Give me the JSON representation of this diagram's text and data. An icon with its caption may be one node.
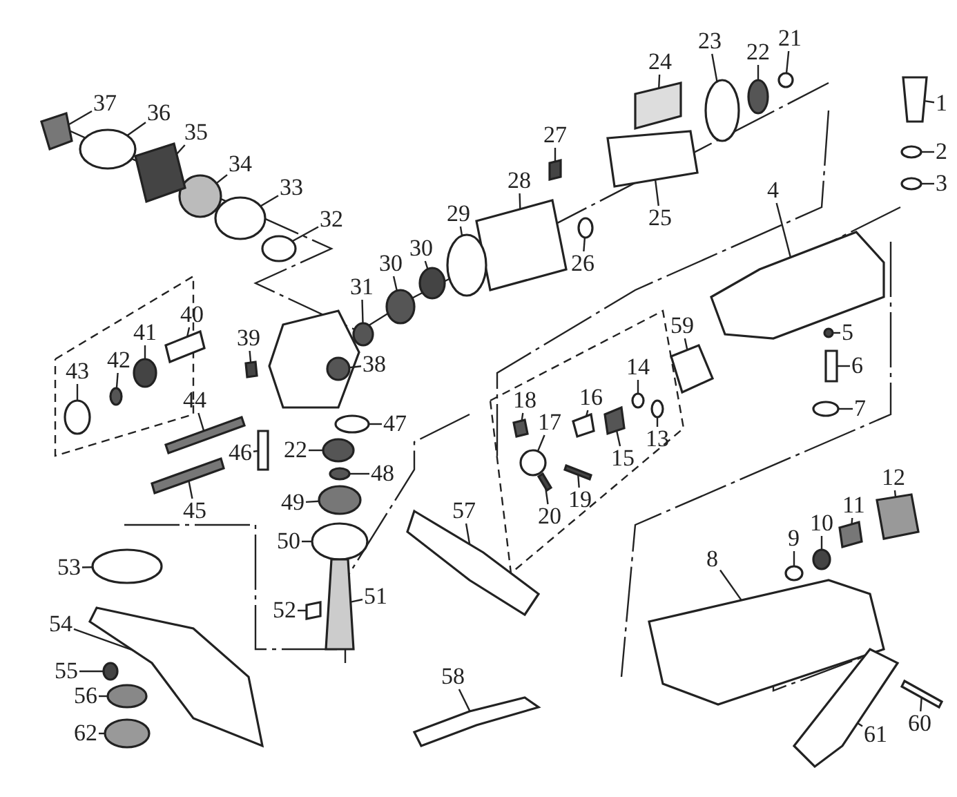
{
  "diagram": {
    "nodes": [
      {
        "text": [
          "1"
        ]
      },
      {
        "text": [
          "2"
        ]
      },
      {
        "text": [
          "3"
        ]
      },
      {
        "text": [
          "4"
        ]
      },
      {
        "text": [
          "5"
        ]
      },
      {
        "text": [
          "6"
        ]
      },
      {
        "text": [
          "7"
        ]
      },
      {
        "text": [
          "8"
        ]
      },
      {
        "text": [
          "9"
        ]
      },
      {
        "text": [
          "10"
        ]
      },
      {
        "text": [
          "11"
        ]
      },
      {
        "text": [
          "12"
        ]
      },
      {
        "text": [
          "13"
        ]
      },
      {
        "text": [
          "14"
        ]
      },
      {
        "text": [
          "15"
        ]
      },
      {
        "text": [
          "16"
        ]
      },
      {
        "text": [
          "17"
        ]
      },
      {
        "text": [
          "18"
        ]
      },
      {
        "text": [
          "19"
        ]
      },
      {
        "text": [
          "20"
        ]
      },
      {
        "text": [
          "21"
        ]
      },
      {
        "text": [
          "22"
        ]
      },
      {
        "text": [
          "23"
        ]
      },
      {
        "text": [
          "24"
        ]
      },
      {
        "text": [
          "25"
        ]
      },
      {
        "text": [
          "26"
        ]
      },
      {
        "text": [
          "27"
        ]
      },
      {
        "text": [
          "28"
        ]
      },
      {
        "text": [
          "29"
        ]
      },
      {
        "text": [
          "30"
        ]
      },
      {
        "text": [
          "30"
        ]
      },
      {
        "text": [
          "31"
        ]
      },
      {
        "text": [
          "32"
        ]
      },
      {
        "text": [
          "33"
        ]
      },
      {
        "text": [
          "34"
        ]
      },
      {
        "text": [
          "35"
        ]
      },
      {
        "text": [
          "36"
        ]
      },
      {
        "text": [
          "37"
        ]
      },
      {
        "text": [
          "38"
        ]
      },
      {
        "text": [
          "39"
        ]
      },
      {
        "text": [
          "40"
        ]
      },
      {
        "text": [
          "41"
        ]
      },
      {
        "text": [
          "42"
        ]
      },
      {
        "text": [
          "43"
        ]
      },
      {
        "text": [
          "44"
        ]
      },
      {
        "text": [
          "45"
        ]
      },
      {
        "text": [
          "46"
        ]
      },
      {
        "text": [
          "47"
        ]
      },
      {
        "text": [
          "22"
        ]
      },
      {
        "text": [
          "48"
        ]
      },
      {
        "text": [
          "49"
        ]
      },
      {
        "text": [
          "50"
        ]
      },
      {
        "text": [
          "51"
        ]
      },
      {
        "text": [
          "52"
        ]
      },
      {
        "text": [
          "53"
        ]
      },
      {
        "text": [
          "54"
        ]
      },
      {
        "text": [
          "55"
        ]
      },
      {
        "text": [
          "56"
        ]
      },
      {
        "text": [
          "57"
        ]
      },
      {
        "text": [
          "58"
        ]
      },
      {
        "text": [
          "59"
        ]
      },
      {
        "text": [
          "60"
        ]
      },
      {
        "text": [
          "61"
        ]
      },
      {
        "text": [
          "62"
        ]
      },
      {
        "text": [],
        "shape": "box"
      },
      {
        "text": [],
        "shape": "circle"
      },
      {
        "text": [],
        "shape": "circle"
      },
      {
        "text": [],
        "shape": "box"
      },
      {
        "text": [],
        "shape": "circle"
      },
      {
        "text": [],
        "shape": "box"
      },
      {
        "text": [],
        "shape": "circle"
      },
      {
        "text": [],
        "shape": "box"
      },
      {
        "text": [],
        "shape": "circle"
      },
      {
        "text": [],
        "shape": "circle"
      },
      {
        "text": [],
        "shape": "box"
      },
      {
        "text": [],
        "shape": "box"
      },
      {
        "text": [],
        "shape": "circle"
      },
      {
        "text": [],
        "shape": "circle"
      },
      {
        "text": [],
        "shape": "box"
      },
      {
        "text": [],
        "shape": "box"
      },
      {
        "text": [],
        "shape": "circle"
      },
      {
        "text": [],
        "shape": "box"
      },
      {
        "text": [],
        "shape": "box"
      },
      {
        "text": [],
        "shape": "box"
      },
      {
        "text": [],
        "shape": "circle"
      },
      {
        "text": [],
        "shape": "circle"
      },
      {
        "text": [],
        "shape": "circle"
      },
      {
        "text": [],
        "shape": "box"
      },
      {
        "text": [],
        "shape": "box"
      },
      {
        "text": [],
        "shape": "circle"
      },
      {
        "text": [],
        "shape": "box"
      },
      {
        "text": [],
        "shape": "box"
      },
      {
        "text": [],
        "shape": "circle"
      },
      {
        "text": [],
        "shape": "circle"
      },
      {
        "text": [],
        "shape": "circle"
      },
      {
        "text": [],
        "shape": "circle"
      },
      {
        "text": [],
        "shape": "circle"
      },
      {
        "text": [],
        "shape": "circle"
      },
      {
        "text": [],
        "shape": "circle"
      },
      {
        "text": [],
        "shape": "box"
      },
      {
        "text": [],
        "shape": "circle"
      },
      {
        "text": [],
        "shape": "box"
      },
      {
        "text": [],
        "shape": "circle"
      },
      {
        "text": [],
        "shape": "box"
      },
      {
        "text": [],
        "shape": "box"
      },
      {
        "text": [],
        "shape": "circle"
      },
      {
        "text": [],
        "shape": "circle"
      },
      {
        "text": [],
        "shape": "circle"
      },
      {
        "text": [],
        "shape": "box"
      },
      {
        "text": [],
        "shape": "box"
      },
      {
        "text": [],
        "shape": "box"
      },
      {
        "text": [],
        "shape": "circle"
      },
      {
        "text": [],
        "shape": "circle"
      },
      {
        "text": [],
        "shape": "circle"
      },
      {
        "text": [],
        "shape": "circle"
      },
      {
        "text": [],
        "shape": "circle"
      },
      {
        "text": [],
        "shape": "box"
      },
      {
        "text": [],
        "shape": "box"
      },
      {
        "text": [],
        "shape": "circle"
      },
      {
        "text": [],
        "shape": "box"
      },
      {
        "text": [],
        "shape": "circle"
      },
      {
        "text": [],
        "shape": "circle"
      },
      {
        "text": [],
        "shape": "box"
      },
      {
        "text": [],
        "shape": "box"
      },
      {
        "text": [],
        "shape": "box"
      },
      {
        "text": [],
        "shape": "box"
      },
      {
        "text": [],
        "shape": "box"
      },
      {
        "text": [],
        "shape": "circle"
      }
    ],
    "edges": [
      {
        "from": 0,
        "to": 64,
        "arrow": "none"
      },
      {
        "from": 1,
        "to": 65,
        "arrow": "none"
      },
      {
        "from": 2,
        "to": 66,
        "arrow": "none"
      },
      {
        "from": 3,
        "to": 67,
        "arrow": "none"
      },
      {
        "from": 4,
        "to": 68,
        "arrow": "none"
      },
      {
        "from": 5,
        "to": 69,
        "arrow": "none"
      },
      {
        "from": 6,
        "to": 70,
        "arrow": "none"
      },
      {
        "from": 7,
        "to": 71,
        "arrow": "none"
      },
      {
        "from": 8,
        "to": 72,
        "arrow": "none"
      },
      {
        "from": 9,
        "to": 73,
        "arrow": "none"
      },
      {
        "from": 10,
        "to": 74,
        "arrow": "none"
      },
      {
        "from": 11,
        "to": 75,
        "arrow": "none"
      },
      {
        "from": 12,
        "to": 76,
        "arrow": "none"
      },
      {
        "from": 13,
        "to": 77,
        "arrow": "none"
      },
      {
        "from": 14,
        "to": 78,
        "arrow": "none"
      },
      {
        "from": 15,
        "to": 79,
        "arrow": "none"
      },
      {
        "from": 16,
        "to": 80,
        "arrow": "none"
      },
      {
        "from": 17,
        "to": 81,
        "arrow": "none"
      },
      {
        "from": 18,
        "to": 82,
        "arrow": "none"
      },
      {
        "from": 19,
        "to": 83,
        "arrow": "none"
      },
      {
        "from": 20,
        "to": 84,
        "arrow": "none"
      },
      {
        "from": 21,
        "to": 85,
        "arrow": "none"
      },
      {
        "from": 22,
        "to": 86,
        "arrow": "none"
      },
      {
        "from": 23,
        "to": 87,
        "arrow": "none"
      },
      {
        "from": 24,
        "to": 88,
        "arrow": "none"
      },
      {
        "from": 25,
        "to": 89,
        "arrow": "none"
      },
      {
        "from": 26,
        "to": 90,
        "arrow": "none"
      },
      {
        "from": 27,
        "to": 91,
        "arrow": "none"
      },
      {
        "from": 28,
        "to": 92,
        "arrow": "none"
      },
      {
        "from": 29,
        "to": 93,
        "arrow": "none"
      },
      {
        "from": 30,
        "to": 94,
        "arrow": "none"
      },
      {
        "from": 31,
        "to": 95,
        "arrow": "none"
      },
      {
        "from": 32,
        "to": 96,
        "arrow": "none"
      },
      {
        "from": 33,
        "to": 97,
        "arrow": "none"
      },
      {
        "from": 34,
        "to": 98,
        "arrow": "none"
      },
      {
        "from": 35,
        "to": 99,
        "arrow": "none"
      },
      {
        "from": 36,
        "to": 100,
        "arrow": "none"
      },
      {
        "from": 37,
        "to": 101,
        "arrow": "none"
      },
      {
        "from": 38,
        "to": 102,
        "arrow": "none"
      },
      {
        "from": 39,
        "to": 103,
        "arrow": "none"
      },
      {
        "from": 40,
        "to": 104,
        "arrow": "none"
      },
      {
        "from": 41,
        "to": 105,
        "arrow": "none"
      },
      {
        "from": 42,
        "to": 106,
        "arrow": "none"
      },
      {
        "from": 43,
        "to": 107,
        "arrow": "none"
      },
      {
        "from": 44,
        "to": 108,
        "arrow": "none"
      },
      {
        "from": 45,
        "to": 109,
        "arrow": "none"
      },
      {
        "from": 46,
        "to": 110,
        "arrow": "none"
      },
      {
        "from": 47,
        "to": 111,
        "arrow": "none"
      },
      {
        "from": 48,
        "to": 112,
        "arrow": "none"
      },
      {
        "from": 49,
        "to": 113,
        "arrow": "none"
      },
      {
        "from": 50,
        "to": 114,
        "arrow": "none"
      },
      {
        "from": 51,
        "to": 115,
        "arrow": "none"
      },
      {
        "from": 52,
        "to": 116,
        "arrow": "none"
      },
      {
        "from": 53,
        "to": 117,
        "arrow": "none"
      },
      {
        "from": 54,
        "to": 118,
        "arrow": "none"
      },
      {
        "from": 55,
        "to": 119,
        "arrow": "none"
      },
      {
        "from": 56,
        "to": 120,
        "arrow": "none"
      },
      {
        "from": 57,
        "to": 121,
        "arrow": "none"
      },
      {
        "from": 58,
        "to": 122,
        "arrow": "none"
      },
      {
        "from": 59,
        "to": 123,
        "arrow": "none"
      },
      {
        "from": 60,
        "to": 124,
        "arrow": "none"
      },
      {
        "from": 61,
        "to": 125,
        "arrow": "none"
      },
      {
        "from": 62,
        "to": 126,
        "arrow": "none"
      },
      {
        "from": 63,
        "to": 127,
        "arrow": "none"
      }
    ]
  }
}
